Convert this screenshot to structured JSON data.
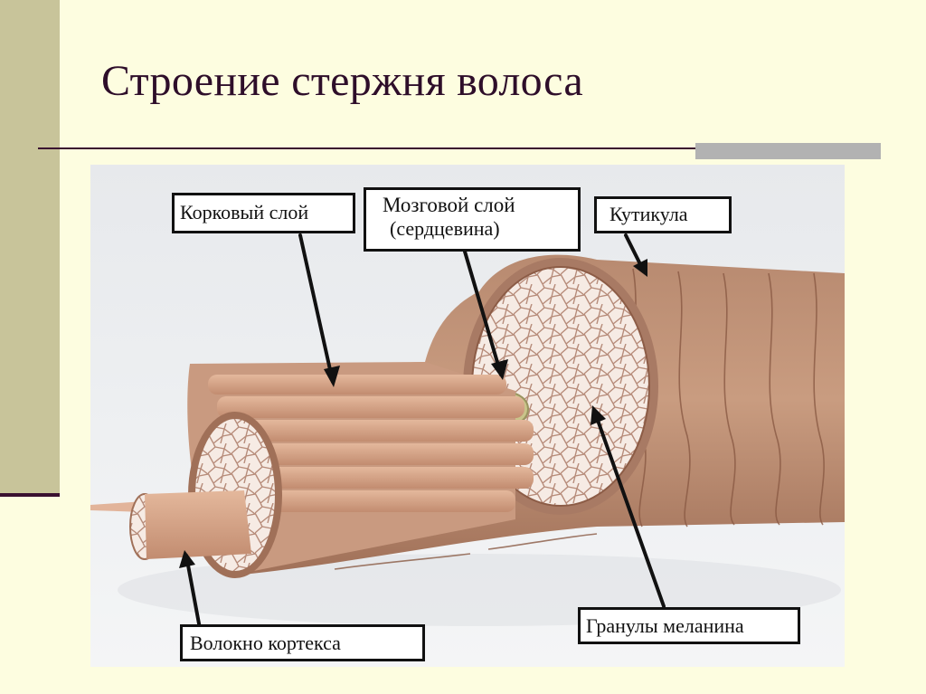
{
  "slide": {
    "title": "Строение стержня волоса"
  },
  "diagram": {
    "labels": {
      "cortex": "Корковый слой",
      "medulla_line1": "Мозговой слой",
      "medulla_line2": "(сердцевина)",
      "cuticle": "Кутикула",
      "cortex_fiber": "Волокно кортекса",
      "melanin": "Гранулы меланина"
    }
  },
  "colors": {
    "background": "#fdfde0",
    "side_bar": "#c8c49a",
    "title_text": "#2e0e2a",
    "accent_bar": "#b2b2b2",
    "hair_cuticle": "#c89a7e",
    "hair_cortex": "#d8a98e",
    "medulla": "#c9c48a"
  }
}
